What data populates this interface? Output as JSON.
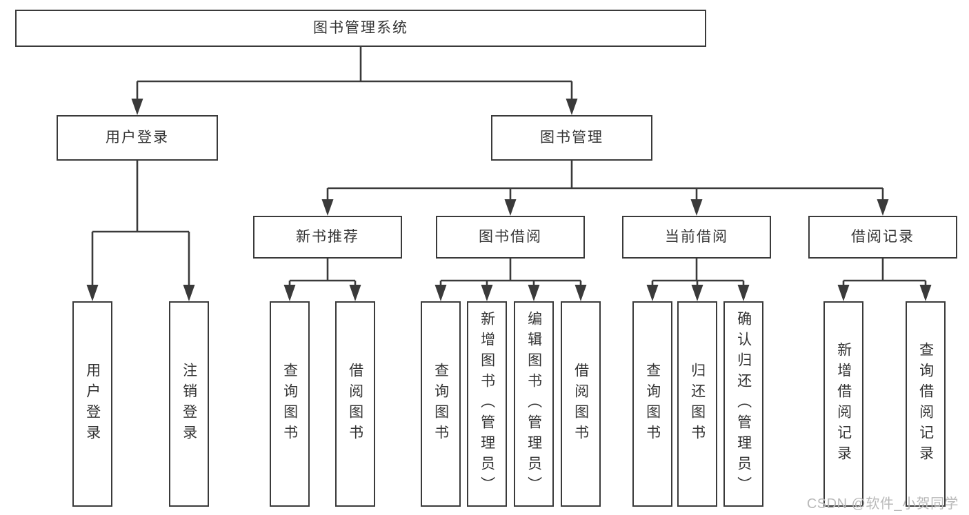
{
  "colors": {
    "line": "#3a3a3a",
    "text": "#333333",
    "background": "#ffffff",
    "box_bg": "#ffffff",
    "watermark": "#b9b9b9"
  },
  "watermark": {
    "text": "CSDN @软件_小贺同学"
  },
  "tree": {
    "label": "图书管理系统",
    "children": [
      {
        "label": "用户登录",
        "children": [
          {
            "label": "用户登录"
          },
          {
            "label": "注销登录"
          }
        ]
      },
      {
        "label": "图书管理",
        "children": [
          {
            "label": "新书推荐",
            "children": [
              {
                "label": "查询图书"
              },
              {
                "label": "借阅图书"
              }
            ]
          },
          {
            "label": "图书借阅",
            "children": [
              {
                "label": "查询图书"
              },
              {
                "label": "新增图书（管理员）"
              },
              {
                "label": "编辑图书（管理员）"
              },
              {
                "label": "借阅图书"
              }
            ]
          },
          {
            "label": "当前借阅",
            "children": [
              {
                "label": "查询图书"
              },
              {
                "label": "归还图书"
              },
              {
                "label": "确认归还（管理员）"
              }
            ]
          },
          {
            "label": "借阅记录",
            "children": [
              {
                "label": "新增借阅记录"
              },
              {
                "label": "查询借阅记录"
              }
            ]
          }
        ]
      }
    ]
  }
}
